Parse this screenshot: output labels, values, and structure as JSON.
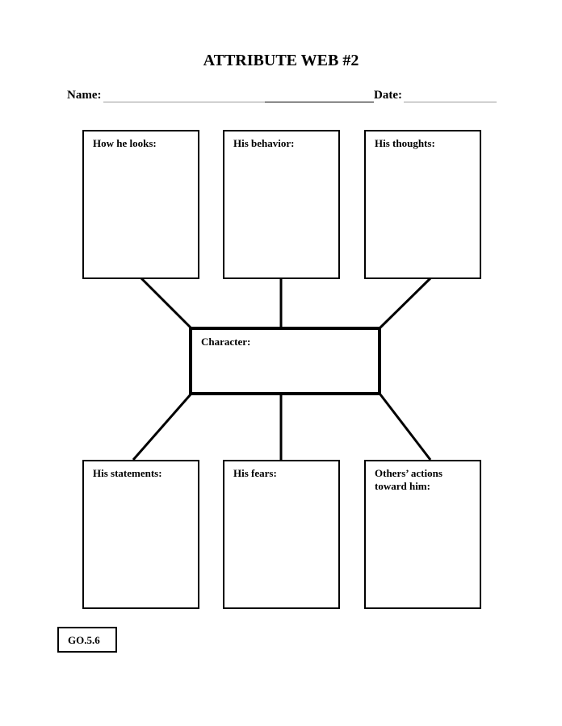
{
  "title": "ATTRIBUTE WEB #2",
  "name_label": "Name:",
  "date_label": "Date:",
  "boxes": {
    "looks": "How he looks:",
    "behavior": "His behavior:",
    "thoughts": "His thoughts:",
    "character": "Character:",
    "statements": "His statements:",
    "fears": "His fears:",
    "others": "Others’ actions toward him:"
  },
  "code": "GO.5.6"
}
